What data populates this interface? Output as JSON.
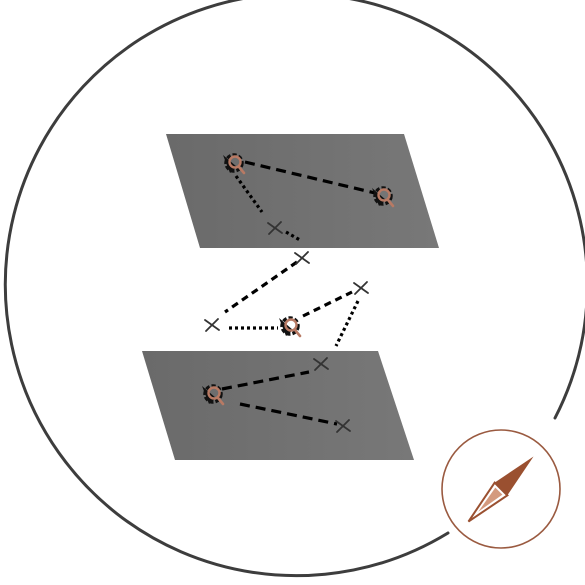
{
  "colors": {
    "background": "#ffffff",
    "outer_ring": "#3d3d3d",
    "plane_fill_left": "#6a6a6a",
    "plane_fill_right": "#787878",
    "connector": "#000000",
    "cross_marker": "#333333",
    "pin_accent": "#b87a64",
    "compass_ring": "#9a5a40",
    "compass_needle_dark": "#9a5030",
    "compass_needle_light": "#d49a7e"
  },
  "icons": {
    "outer_ring": "circle-outline",
    "plane": "parallelogram",
    "pin": "location-pin-with-magnifier-icon",
    "cross": "cross-marker-icon",
    "compass": "compass-icon"
  },
  "diagram": {
    "upper_plane": {
      "pins": 2,
      "crosses": 1
    },
    "middle_layer": {
      "pins": 1,
      "crosses": 3
    },
    "lower_plane": {
      "pins": 1,
      "crosses": 2
    }
  }
}
